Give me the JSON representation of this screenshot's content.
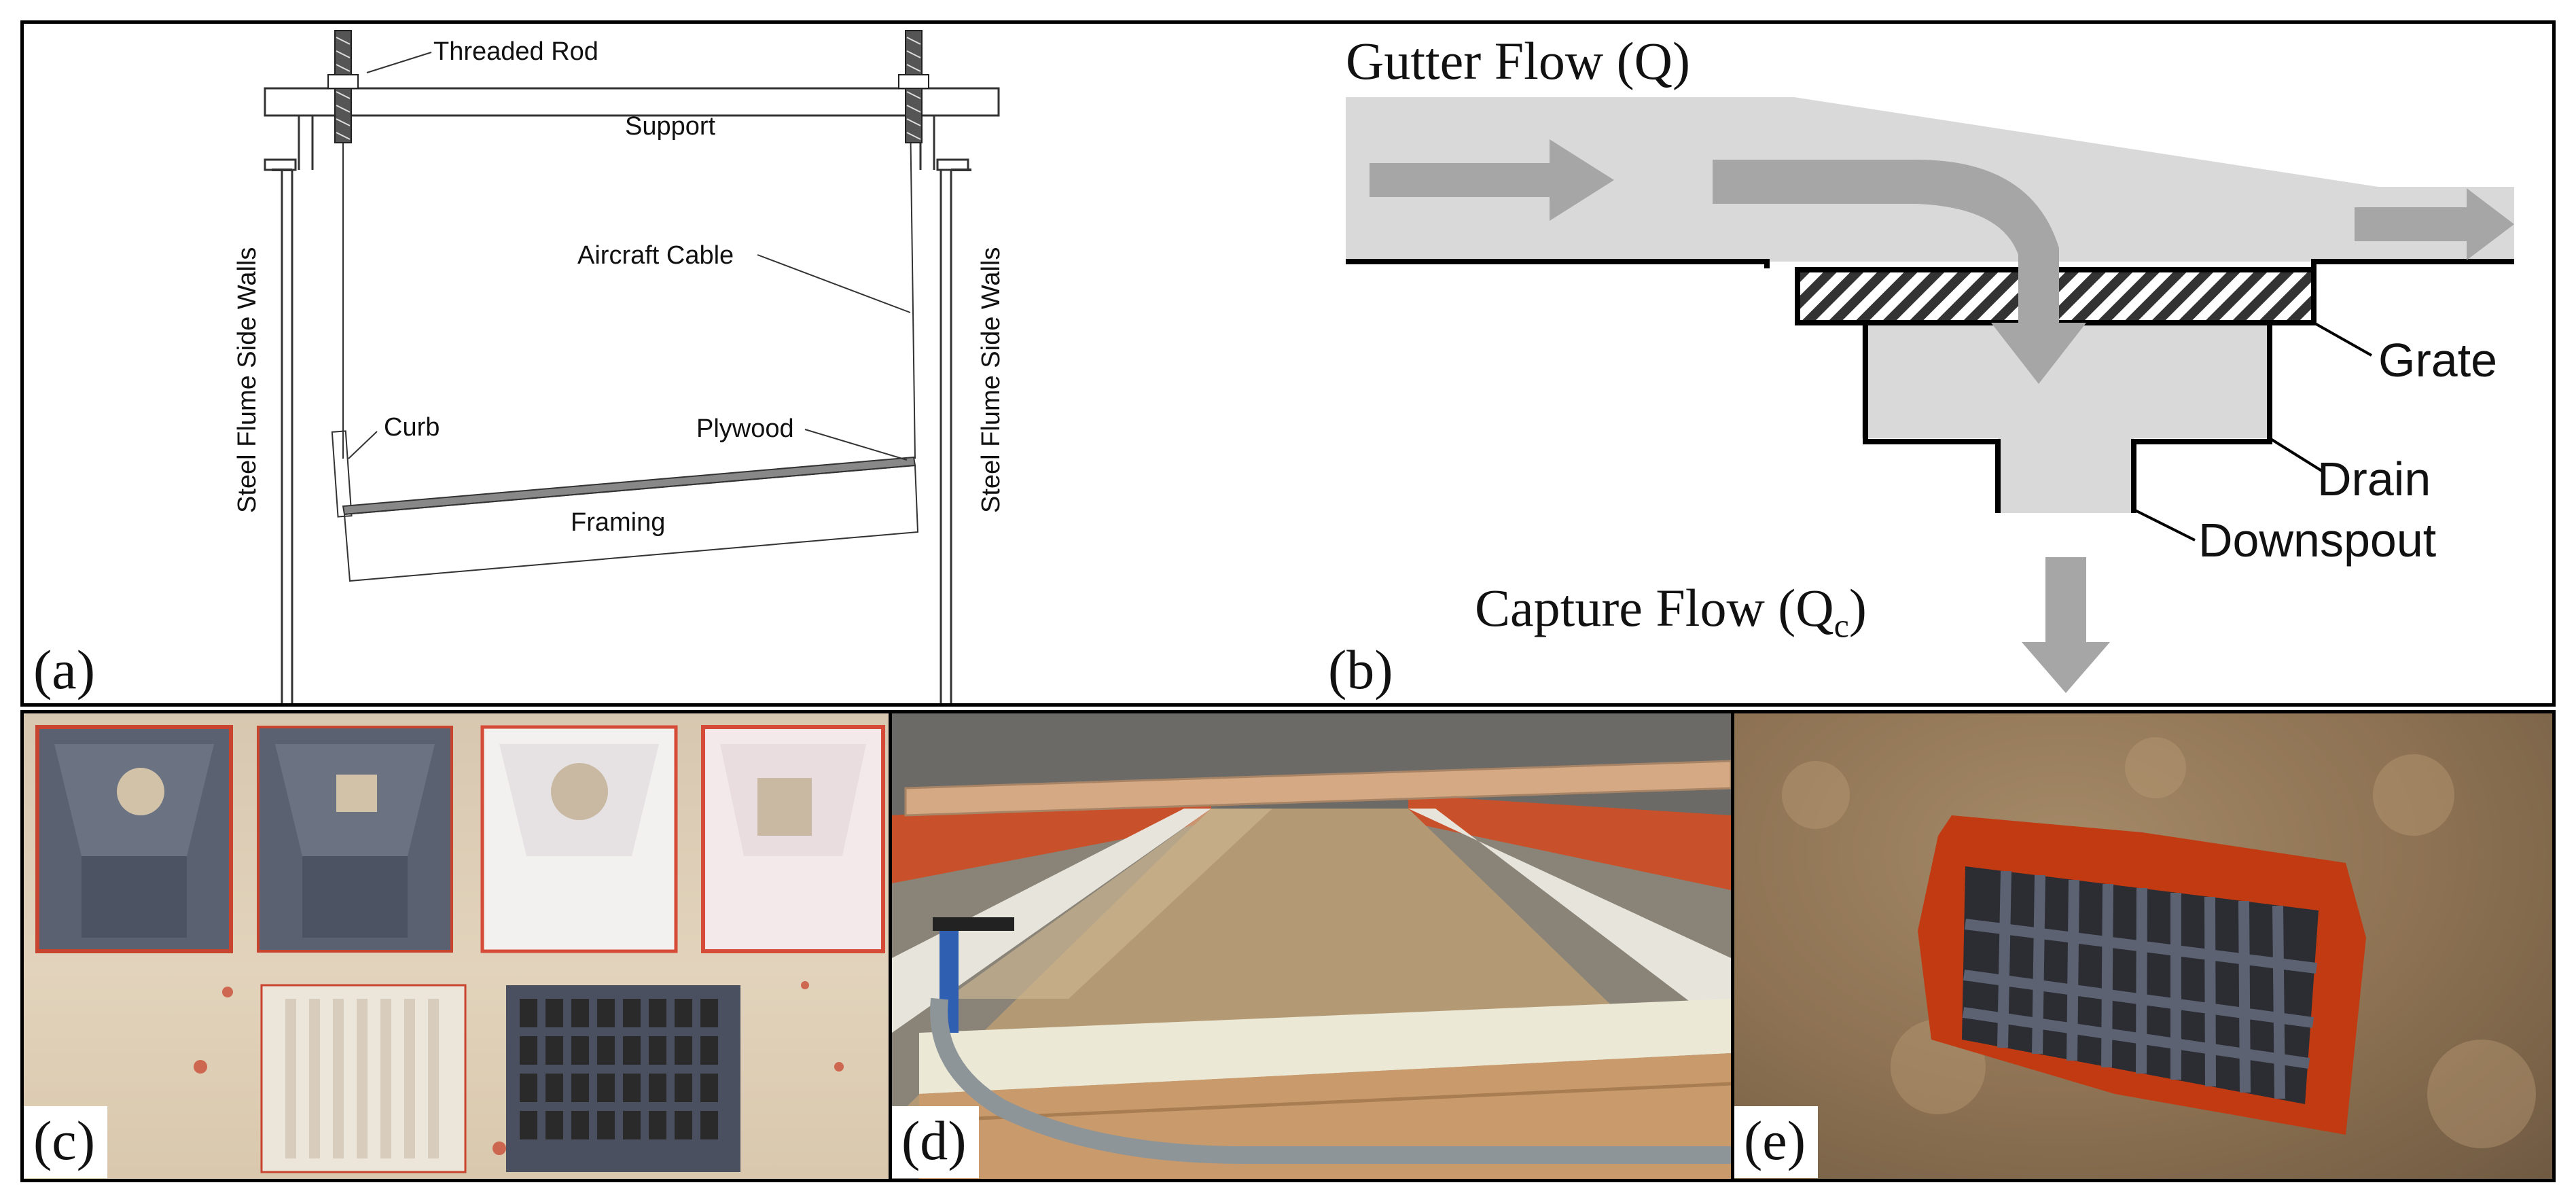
{
  "panels": {
    "a": {
      "tag": "(a)",
      "labels": {
        "threaded_rod": "Threaded Rod",
        "support": "Support",
        "side_wall": "Steel Flume Side Walls",
        "aircraft_cable": "Aircraft Cable",
        "curb": "Curb",
        "plywood": "Plywood",
        "framing": "Framing"
      }
    },
    "b": {
      "tag": "(b)",
      "title": "Gutter Flow (Q)",
      "capture_main": "Capture Flow (Q",
      "capture_sub": "c",
      "capture_end": ")",
      "labels": {
        "grate": "Grate",
        "drain": "Drain",
        "downspout": "Downspout"
      },
      "colors": {
        "fluid": "#d9d9d9",
        "arrow": "#a6a6a6",
        "line": "#000000"
      }
    },
    "c": {
      "tag": "(c)"
    },
    "d": {
      "tag": "(d)"
    },
    "e": {
      "tag": "(e)"
    }
  }
}
